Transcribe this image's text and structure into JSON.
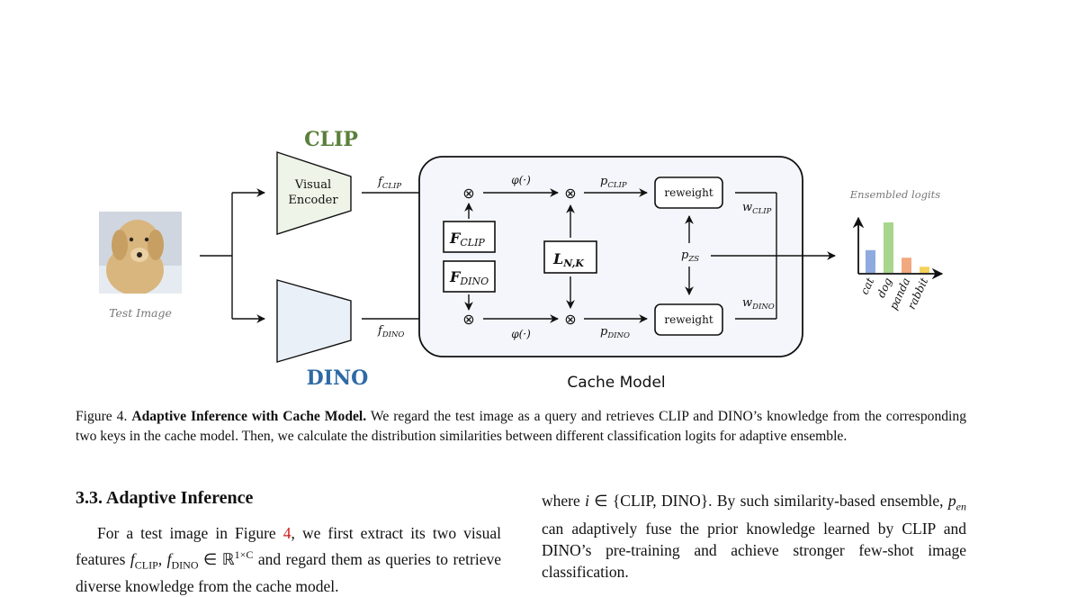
{
  "figure": {
    "test_image_label": "Test Image",
    "clip_title": "CLIP",
    "dino_title": "DINO",
    "visual_encoder_line1": "Visual",
    "visual_encoder_line2": "Encoder",
    "f_clip": "f",
    "f_clip_sub": "CLIP",
    "f_dino": "f",
    "f_dino_sub": "DINO",
    "phi_top": "φ(·)",
    "phi_bottom": "φ(·)",
    "otimes": "⊗",
    "F_clip": "F",
    "F_clip_sub": "CLIP",
    "F_dino": "F",
    "F_dino_sub": "DINO",
    "L_nk": "L",
    "L_nk_sub": "N,K",
    "p_clip": "p",
    "p_clip_sub": "CLIP",
    "p_dino": "p",
    "p_dino_sub": "DINO",
    "p_zs": "p",
    "p_zs_sub": "ZS",
    "reweight_top": "reweight",
    "reweight_bottom": "reweight",
    "w_clip": "w",
    "w_clip_sub": "CLIP",
    "w_dino": "w",
    "w_dino_sub": "DINO",
    "cache_model_label": "Cache Model",
    "colors": {
      "clip": "#5a7f3a",
      "dino": "#2e6aa5",
      "clip_box": "#eef4e7",
      "dino_box": "#eaf0f8",
      "cache_bg": "#f4f6fb"
    }
  },
  "chart_data": {
    "type": "bar",
    "title": "Ensembled logits",
    "categories": [
      "cat",
      "dog",
      "panda",
      "rabbit"
    ],
    "values": [
      0.45,
      1.0,
      0.3,
      0.12
    ],
    "colors": [
      "#8eaadf",
      "#a8d68c",
      "#f2a97f",
      "#f5d25a"
    ],
    "xlabel": "",
    "ylabel": ""
  },
  "caption": {
    "label": "Figure 4.",
    "title": "Adaptive Inference with Cache Model.",
    "text": "We regard the test image as a query and retrieves CLIP and DINO’s knowledge from the corresponding two keys in the cache model. Then, we calculate the distribution similarities between different classification logits for adaptive ensemble."
  },
  "section": {
    "title": "3.3. Adaptive Inference"
  },
  "left_column": {
    "text_a": "For a test image in Figure ",
    "ref": "4",
    "text_b": ", we first extract its two visual features ",
    "math": "f",
    "math_sub1": "CLIP",
    "math_mid": ", f",
    "math_sub2": "DINO",
    "math_in": " ∈ ℝ",
    "math_sup": "1×C",
    "text_c": " and regard them as queries to retrieve diverse knowledge from the cache model."
  },
  "right_column": {
    "text_a": "where ",
    "math_i": "i",
    "text_set": " ∈ {CLIP, DINO}.",
    "text_b": " By such similarity-based ensemble, ",
    "math_p": "p",
    "math_p_sub": "en",
    "text_c": " can adaptively fuse the prior knowledge learned by CLIP and DINO’s pre-training and achieve stronger few-shot image classification."
  }
}
